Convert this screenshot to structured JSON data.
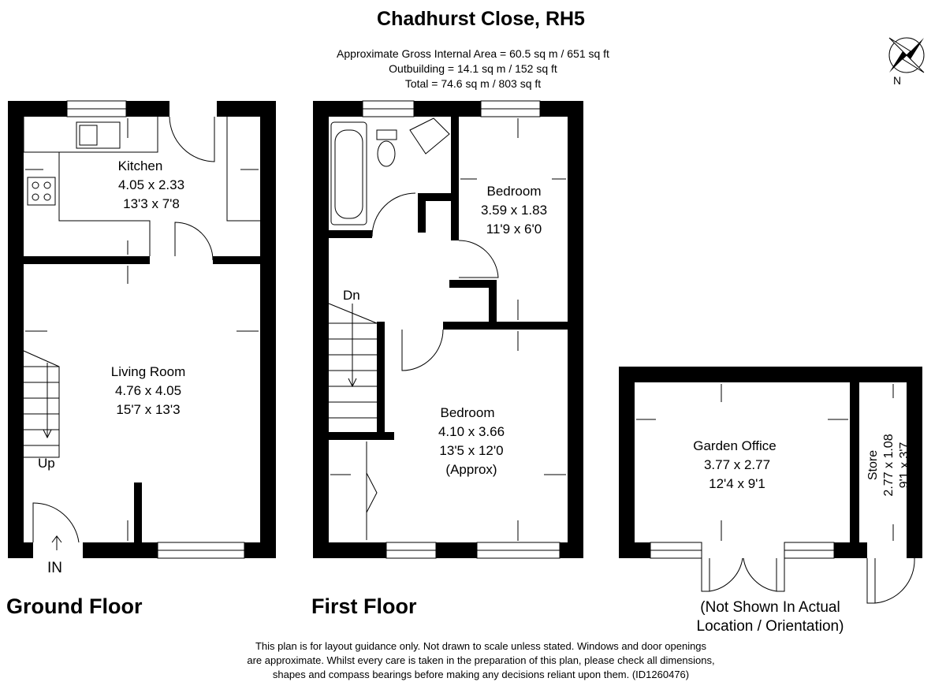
{
  "header": {
    "title": "Chadhurst Close, RH5",
    "area_lines": [
      "Approximate Gross Internal Area = 60.5 sq m / 651 sq ft",
      "Outbuilding = 14.1 sq m / 152 sq ft",
      "Total = 74.6 sq m / 803 sq ft"
    ]
  },
  "compass": {
    "label": "N",
    "icon": "compass-rose-icon"
  },
  "ground_floor": {
    "label": "Ground Floor",
    "kitchen": {
      "name": "Kitchen",
      "metric": "4.05 x 2.33",
      "imperial": "13'3 x 7'8"
    },
    "living": {
      "name": "Living Room",
      "metric": "4.76 x 4.05",
      "imperial": "15'7 x 13'3"
    },
    "stairs_label": "Up",
    "entrance_label": "IN"
  },
  "first_floor": {
    "label": "First Floor",
    "bedroom1": {
      "name": "Bedroom",
      "metric": "3.59 x 1.83",
      "imperial": "11'9 x 6'0"
    },
    "bedroom2": {
      "name": "Bedroom",
      "metric": "4.10 x 3.66",
      "imperial": "13'5 x 12'0",
      "note": "(Approx)"
    },
    "stairs_label": "Dn"
  },
  "outbuilding": {
    "office": {
      "name": "Garden Office",
      "metric": "3.77 x 2.77",
      "imperial": "12'4 x 9'1"
    },
    "store": {
      "name": "Store",
      "metric": "2.77 x 1.08",
      "imperial": "9'1 x 3'7"
    },
    "note_lines": [
      "(Not Shown In Actual",
      "Location / Orientation)"
    ]
  },
  "disclaimer": [
    "This plan is for layout guidance only. Not drawn to scale unless stated. Windows and door openings",
    "are approximate. Whilst every care is taken in the preparation of this plan, please check all dimensions,",
    "shapes and compass bearings before making any decisions reliant upon them. (ID1260476)"
  ]
}
